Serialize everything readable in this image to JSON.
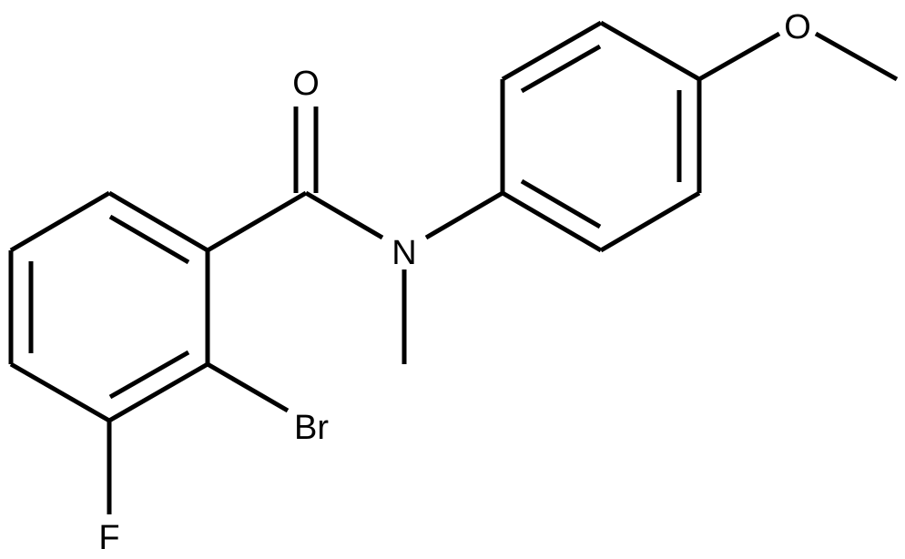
{
  "molecule": {
    "atoms": {
      "oxygen_carbonyl": "O",
      "nitrogen": "N",
      "oxygen_methoxy": "O",
      "bromine": "Br",
      "fluorine": "F"
    }
  },
  "colors": {
    "bond": "#000000",
    "text": "#000000",
    "background": "#ffffff"
  }
}
